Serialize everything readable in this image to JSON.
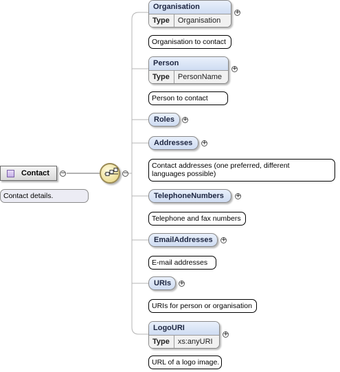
{
  "root": {
    "name": "Contact",
    "doc": "Contact details.",
    "icon": "complex-element-icon",
    "expand": "−"
  },
  "compositor": {
    "icon": "sequence-icon",
    "expand": "−"
  },
  "children": [
    {
      "name": "Organisation",
      "type_key": "Type",
      "type": "Organisation",
      "doc": "Organisation to contact",
      "expand": "+"
    },
    {
      "name": "Person",
      "type_key": "Type",
      "type": "PersonName",
      "doc": "Person to contact",
      "expand": "+"
    },
    {
      "name": "Roles",
      "expand": "+"
    },
    {
      "name": "Addresses",
      "doc_line1": "Contact addresses (one preferred, different",
      "doc_line2": "languages possible)",
      "expand": "+"
    },
    {
      "name": "TelephoneNumbers",
      "doc": "Telephone and fax numbers",
      "expand": "+"
    },
    {
      "name": "EmailAddresses",
      "doc": "E-mail addresses",
      "expand": "+"
    },
    {
      "name": "URIs",
      "doc": "URIs for person or organisation",
      "expand": "+"
    },
    {
      "name": "LogoURI",
      "type_key": "Type",
      "type": "xs:anyURI",
      "doc": "URL of a logo image.",
      "expand": "+"
    }
  ],
  "colors": {
    "header_top": "#e9f0fb",
    "header_bottom": "#cfdcf2",
    "connector": "#b4b4b4",
    "root_doc_bg": "#ececf4"
  }
}
